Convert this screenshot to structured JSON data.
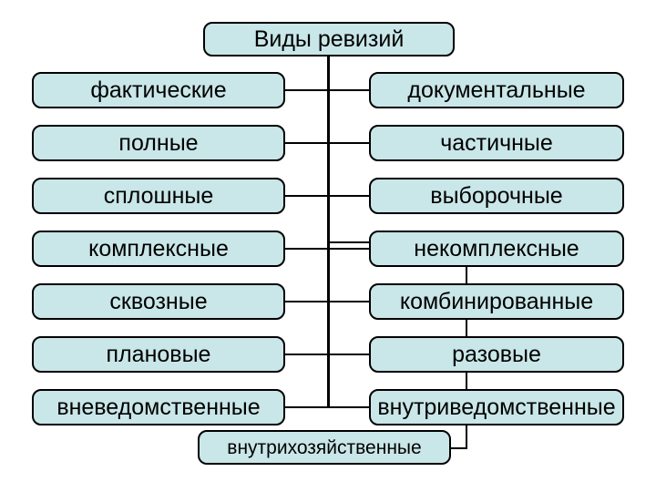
{
  "title": "Виды ревизий",
  "rows": [
    {
      "left": "фактические",
      "right": "документальные"
    },
    {
      "left": "полные",
      "right": "частичные"
    },
    {
      "left": "сплошные",
      "right": "выборочные"
    },
    {
      "left": "комплексные",
      "right": "некомплексные"
    },
    {
      "left": "сквозные",
      "right": "комбинированные"
    },
    {
      "left": "плановые",
      "right": "разовые"
    },
    {
      "left": "вневедомственные",
      "right": "внутриведомственные"
    }
  ],
  "bottom_label": "внутрихозяйственные",
  "colors": {
    "background": "#ffffff",
    "box_fill": "#c9e6e8",
    "box_border": "#000000",
    "connector": "#000000",
    "text": "#000000"
  }
}
